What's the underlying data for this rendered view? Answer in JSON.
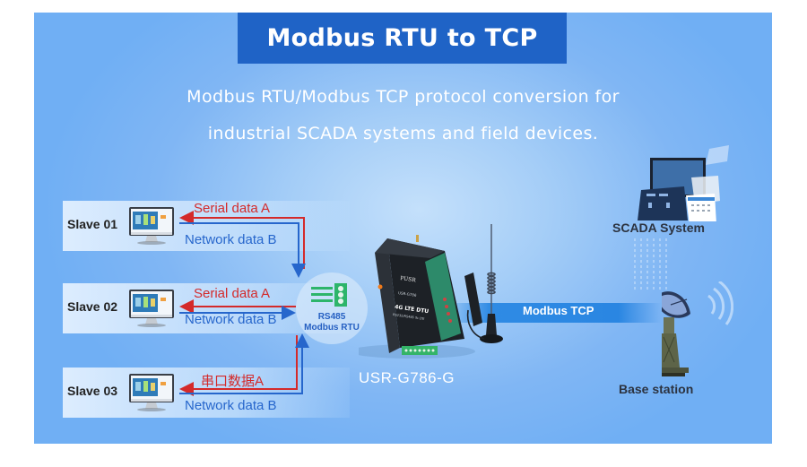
{
  "title": "Modbus RTU to TCP",
  "subtitle": {
    "line1": "Modbus RTU/Modbus TCP protocol conversion for",
    "line2": "industrial SCADA systems and field devices."
  },
  "slaves": [
    {
      "label": "Slave 01",
      "serial": "Serial data A",
      "network": "Network data B"
    },
    {
      "label": "Slave 02",
      "serial": "Serial data A",
      "network": "Network data B"
    },
    {
      "label": "Slave 03",
      "serial": "串口数据A",
      "network": "Network data B"
    }
  ],
  "interface": {
    "line1": "RS485",
    "line2": "Modbus RTU"
  },
  "device": {
    "model": "USR-G786-G",
    "brand": "PUSR",
    "panel_model": "USR-G786",
    "panel_title": "4G LTE DTU",
    "panel_sub": "RS232/RS485 To LTE"
  },
  "link_label": "Modbus TCP",
  "scada_label": "SCADA System",
  "base_station_label": "Base station",
  "colors": {
    "title_bg": "#1f63c6",
    "serial": "#d42a2a",
    "network": "#2666cc",
    "tcp_band": "#2f8be4",
    "rs485_icon": "#2db56a"
  }
}
